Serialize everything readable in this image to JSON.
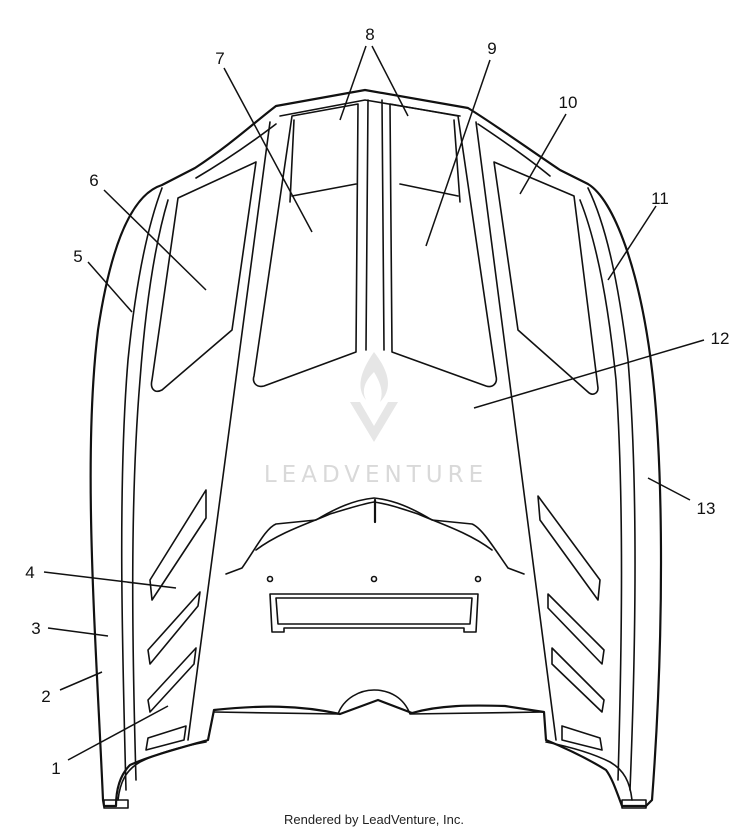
{
  "watermark": {
    "brand": "LEADVENTURE",
    "logo_icon": "flame-v-logo"
  },
  "footer": {
    "credit": "Rendered by LeadVenture, Inc."
  },
  "callouts": [
    "1",
    "2",
    "3",
    "4",
    "5",
    "6",
    "7",
    "8",
    "9",
    "10",
    "11",
    "12",
    "13"
  ]
}
